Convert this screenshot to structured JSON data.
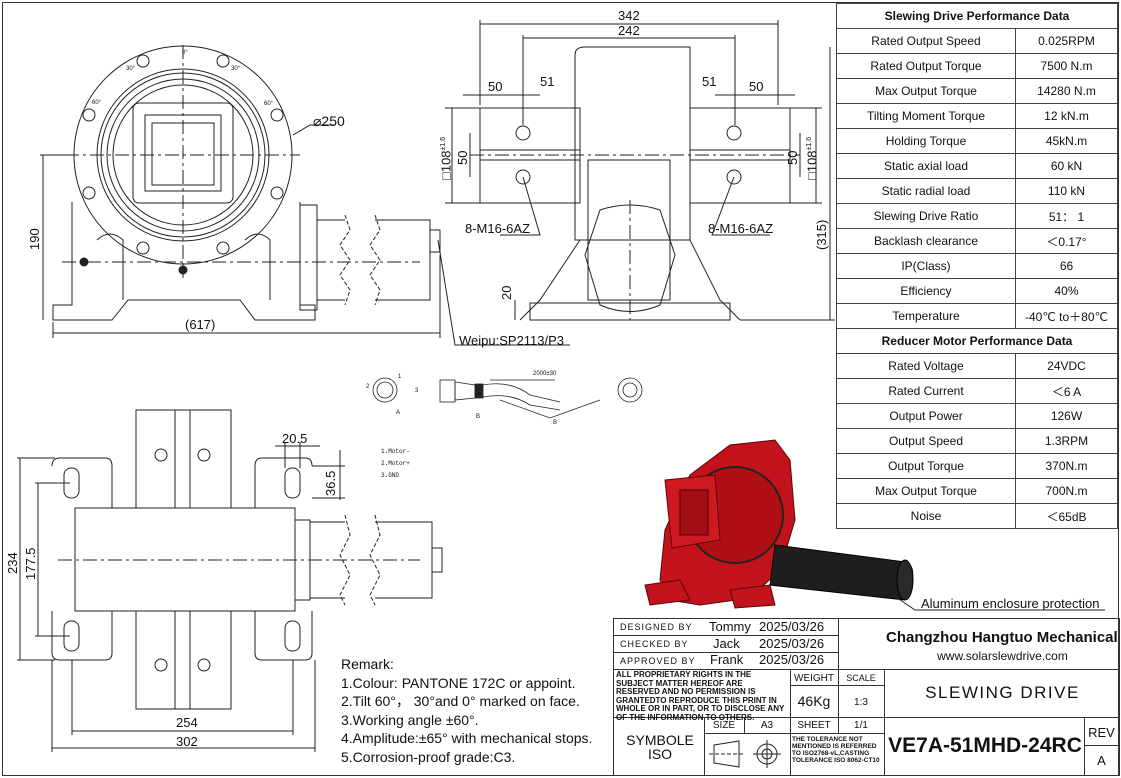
{
  "drawing": {
    "front_view": {
      "diameter_label": "⌀250",
      "height_label": "190",
      "width_label": "(617)",
      "angle_marks": [
        "0°",
        "30°",
        "30°",
        "60°",
        "60°"
      ],
      "connector_label": "Weipu:SP2113/P3"
    },
    "side_view": {
      "dims": {
        "overall": "342",
        "inner": "242",
        "left_offset": "50",
        "left_gap": "51",
        "right_gap": "51",
        "right_offset": "50",
        "square_left": "□108",
        "square_left_tol": "±1.6",
        "hole_spacing_left": "50",
        "hole_spacing_right": "50",
        "square_right": "□108",
        "square_right_tol": "±1.6",
        "height": "(315)",
        "base": "20"
      },
      "thread_left": "8-M16-6AZ",
      "thread_right": "8-M16-6AZ"
    },
    "top_view": {
      "slot_width": "20.5",
      "slot_length": "36.5",
      "overall_depth": "234",
      "hole_spacing_depth": "177.5",
      "hole_spacing_width": "254",
      "overall_width": "302"
    },
    "connector": {
      "cable_length": "2000±30",
      "labels": [
        "A",
        "B",
        "B"
      ],
      "pins": [
        "1",
        "2",
        "3"
      ],
      "pinout": [
        "1.Motor-",
        "2.Motor+",
        "3.GND"
      ]
    },
    "render": {
      "callout": "Aluminum enclosure protection",
      "housing_color": "#c2121b",
      "motor_color": "#1e1e1e"
    }
  },
  "slewing_table": {
    "title": "Slewing Drive Performance Data",
    "rows": [
      {
        "k": "Rated   Output Speed",
        "v": "0.025RPM"
      },
      {
        "k": "Rated  Output Torque",
        "v": "7500 N.m"
      },
      {
        "k": "Max Output Torque",
        "v": "14280 N.m"
      },
      {
        "k": "Tilting Moment Torque",
        "v": "12 kN.m"
      },
      {
        "k": "Holding Torque",
        "v": "45kN.m"
      },
      {
        "k": "Static axial load",
        "v": "60 kN"
      },
      {
        "k": "Static radial load",
        "v": "110 kN"
      },
      {
        "k": "Slewing Drive Ratio",
        "v": "51： 1"
      },
      {
        "k": "Backlash clearance",
        "v": "＜0.17°"
      },
      {
        "k": "IP(Class)",
        "v": "66"
      },
      {
        "k": "Efficiency",
        "v": "40%"
      },
      {
        "k": "Temperature",
        "v": "-40℃ to＋80℃"
      }
    ]
  },
  "motor_table": {
    "title": "Reducer Motor Performance Data",
    "rows": [
      {
        "k": "Rated Voltage",
        "v": "24VDC"
      },
      {
        "k": "Rated Current",
        "v": "＜6 A"
      },
      {
        "k": "Output Power",
        "v": "126W"
      },
      {
        "k": "Output Speed",
        "v": "1.3RPM"
      },
      {
        "k": "Output Torque",
        "v": "370N.m"
      },
      {
        "k": "Max Output Torque",
        "v": "700N.m"
      },
      {
        "k": "Noise",
        "v": "＜65dB"
      }
    ]
  },
  "remarks": {
    "title": "Remark:",
    "items": [
      "1.Colour:  PANTONE 172C or appoint.",
      "2.Tilt 60°， 30°and 0° marked on  face.",
      "3.Working angle ±60°.",
      "4.Amplitude:±65° with mechanical stops.",
      "5.Corrosion-proof grade:C3."
    ]
  },
  "title_block": {
    "designed_label": "DESIGNED  BY",
    "designed_name": "Tommy",
    "designed_date": "2025/03/26",
    "checked_label": "CHECKED  BY",
    "checked_name": "Jack",
    "checked_date": "2025/03/26",
    "approved_label": "APPROVED  BY",
    "approved_name": "Frank",
    "approved_date": "2025/03/26",
    "proprietary": "ALL PROPRIETARY RIGHTS IN THE SUBJECT MATTER HEREOF ARE RESERVED AND NO PERMISSION IS GRANTEDTO REPRODUCE THIS PRINT IN WHOLE OR IN PART, OR TO DISCLOSE ANY OF THE INFORMATION TO OTHERS.",
    "weight_label": "WEIGHT",
    "weight": "46Kg",
    "scale_label": "SCALE",
    "scale": "1:3",
    "symbol_label": "SYMBOLE ISO",
    "size_label": "SIZE",
    "size": "A3",
    "sheet_label": "SHEET",
    "sheet": "1/1",
    "tolerance": "THE TOLERANCE NOT MENTIONED IS REFERRED TO ISO2768-vL,CASTING TOLERANCE ISO 8062-CT10",
    "company": "Changzhou Hangtuo Mechanical Co.,Ltd",
    "website": "www.solarslewdrive.com",
    "product": "SLEWING DRIVE",
    "model": "VE7A-51MHD-24RC",
    "rev_label": "REV",
    "rev": "A"
  }
}
